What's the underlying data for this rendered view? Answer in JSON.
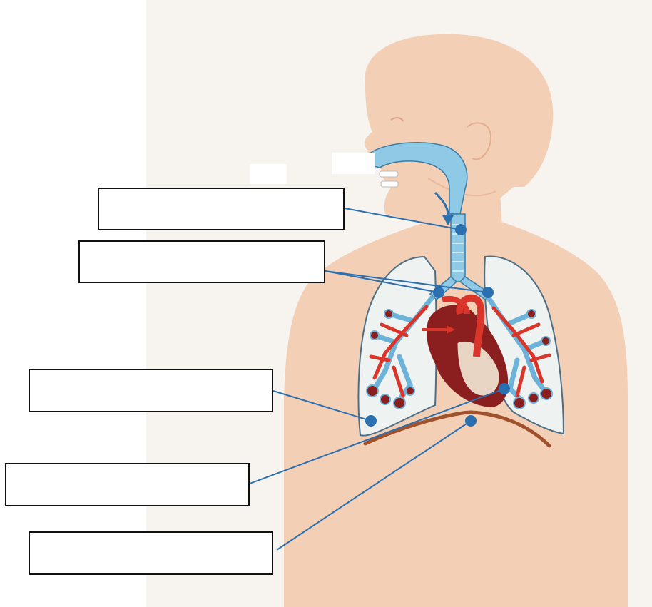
{
  "diagram": {
    "colors": {
      "background": "#ffffff",
      "paper": "#f7f4ef",
      "skin": "#f3cfb6",
      "skin_shadow": "#e8b899",
      "airway": "#8ecae6",
      "airway_outline": "#3a7ca5",
      "lung_fill": "#eef3f1",
      "lung_outline": "#4d6f86",
      "heart_dark": "#8b1e1e",
      "artery_red": "#d9352b",
      "diaphragm": "#a0522d",
      "pointer": "#2a6fb0",
      "box_border": "#111111"
    },
    "labels": [
      {
        "name": "label-box-1",
        "text": ""
      },
      {
        "name": "label-box-2",
        "text": ""
      },
      {
        "name": "label-box-3",
        "text": ""
      },
      {
        "name": "label-box-4",
        "text": ""
      },
      {
        "name": "label-box-5",
        "text": ""
      }
    ],
    "icons": {
      "airflow": "curved-arrow-icon",
      "pointer_end": "dot-marker-icon"
    }
  }
}
